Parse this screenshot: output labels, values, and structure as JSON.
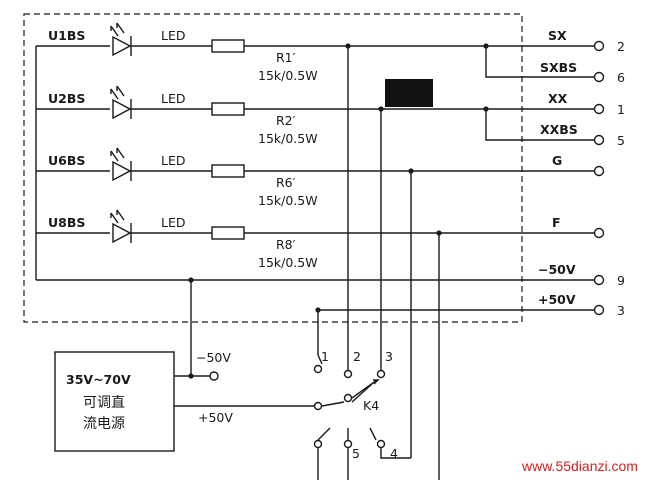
{
  "leds": [
    {
      "name": "U1BS",
      "led": "LED"
    },
    {
      "name": "U2BS",
      "led": "LED"
    },
    {
      "name": "U6BS",
      "led": "LED"
    },
    {
      "name": "U8BS",
      "led": "LED"
    }
  ],
  "resistors": [
    {
      "ref": "R1′",
      "value": "15k/0.5W"
    },
    {
      "ref": "R2′",
      "value": "15k/0.5W"
    },
    {
      "ref": "R6′",
      "value": "15k/0.5W"
    },
    {
      "ref": "R8′",
      "value": "15k/0.5W"
    }
  ],
  "outputs": [
    {
      "signal": "SX",
      "pin": "2"
    },
    {
      "signal": "SXBS",
      "pin": "6"
    },
    {
      "signal": "XX",
      "pin": "1"
    },
    {
      "signal": "XXBS",
      "pin": "5"
    },
    {
      "signal": "G",
      "pin": ""
    },
    {
      "signal": "F",
      "pin": ""
    },
    {
      "signal": "−50V",
      "pin": "9"
    },
    {
      "signal": "+50V",
      "pin": "3"
    }
  ],
  "power_supply": {
    "range": "35V~70V",
    "line1": "可调直",
    "line2": "流电源",
    "neg_label": "−50V",
    "pos_label": "+50V"
  },
  "switch": {
    "name": "K4",
    "positions": [
      "1",
      "2",
      "3",
      "4",
      "5"
    ]
  },
  "watermark": "www.55dianzi.com"
}
